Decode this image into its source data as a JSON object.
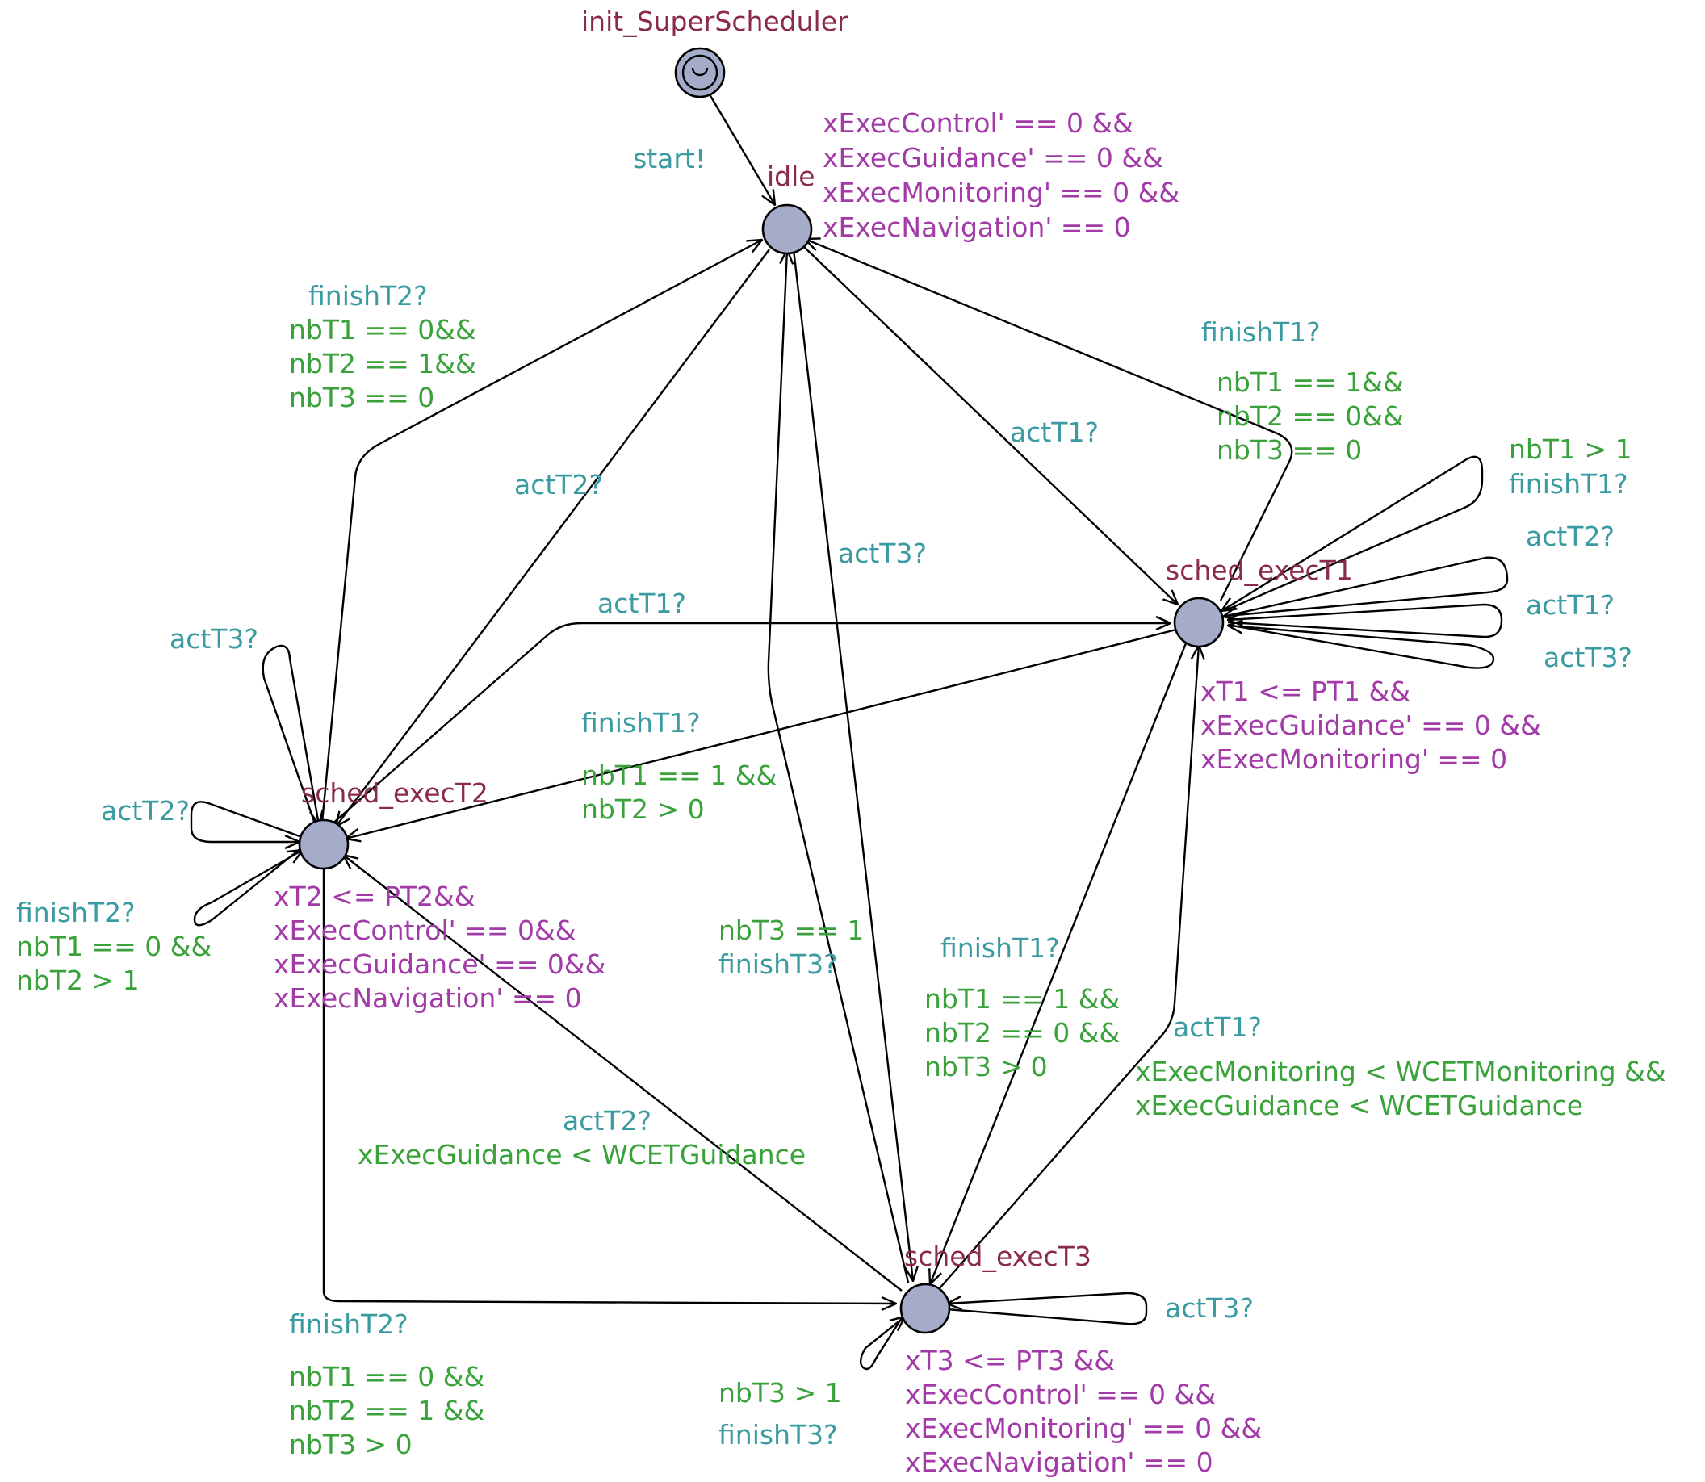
{
  "colors": {
    "location_name": "#8a2a4e",
    "sync": "#3a9ba0",
    "guard": "#3aa23a",
    "invariant": "#a23aa8",
    "node_fill": "#a5acca"
  },
  "locations": {
    "init": {
      "name": "init_SuperScheduler"
    },
    "idle": {
      "name": "idle",
      "invariant": [
        "xExecControl' == 0 &&",
        "xExecGuidance' == 0 &&",
        "xExecMonitoring' == 0 &&",
        "xExecNavigation' == 0"
      ]
    },
    "t1": {
      "name": "sched_execT1",
      "invariant": [
        "xT1 <= PT1 &&",
        "xExecGuidance' == 0 &&",
        "xExecMonitoring' == 0"
      ]
    },
    "t2": {
      "name": "sched_execT2",
      "invariant": [
        "xT2 <= PT2&&",
        "xExecControl' == 0&&",
        "xExecGuidance' == 0&&",
        "xExecNavigation' == 0"
      ]
    },
    "t3": {
      "name": "sched_execT3",
      "invariant": [
        "xT3 <= PT3 &&",
        "xExecControl' == 0 &&",
        "xExecMonitoring' == 0 &&",
        "xExecNavigation' == 0"
      ]
    }
  },
  "transitions": {
    "init_idle": {
      "sync": "start!"
    },
    "t2_idle": {
      "sync": "finishT2?",
      "guard": [
        "nbT1 == 0&&",
        "nbT2 == 1&&",
        "nbT3 == 0"
      ]
    },
    "idle_t2": {
      "sync": "actT2?"
    },
    "idle_t3": {
      "sync": "actT3?"
    },
    "idle_t1": {
      "sync": "actT1?"
    },
    "t1_idle": {
      "sync": "finishT1?",
      "guard": [
        "nbT1 == 1&&",
        "nbT2 == 0&&",
        "nbT3 == 0"
      ]
    },
    "t1_self_finish": {
      "guard": "nbT1 > 1",
      "sync": "finishT1?"
    },
    "t1_self_actT2": {
      "sync": "actT2?"
    },
    "t1_self_actT1": {
      "sync": "actT1?"
    },
    "t1_self_actT3": {
      "sync": "actT3?"
    },
    "t2_t1": {
      "sync": "actT1?"
    },
    "t1_t2": {
      "sync": "finishT1?",
      "guard": [
        "nbT1 == 1 &&",
        "nbT2 > 0"
      ]
    },
    "t2_self_actT3": {
      "sync": "actT3?"
    },
    "t2_self_actT2": {
      "sync": "actT2?"
    },
    "t2_self_finish": {
      "sync": "finishT2?",
      "guard": [
        "nbT1 == 0 &&",
        "nbT2 > 1"
      ]
    },
    "t3_idle": {
      "guard": "nbT3 == 1",
      "sync": "finishT3?"
    },
    "t1_t3": {
      "sync": "finishT1?",
      "guard": [
        "nbT1 == 1 &&",
        "nbT2 == 0 &&",
        "nbT3 > 0"
      ]
    },
    "t3_t1": {
      "sync": "actT1?",
      "guard": [
        "xExecMonitoring < WCETMonitoring &&",
        "xExecGuidance < WCETGuidance"
      ]
    },
    "t3_t2": {
      "sync": "actT2?",
      "guard": "xExecGuidance < WCETGuidance"
    },
    "t2_t3": {
      "sync": "finishT2?",
      "guard": [
        "nbT1 == 0 &&",
        "nbT2 == 1 &&",
        "nbT3 > 0"
      ]
    },
    "t3_self_actT3": {
      "sync": "actT3?"
    },
    "t3_self_finish": {
      "guard": "nbT3 > 1",
      "sync": "finishT3?"
    }
  }
}
